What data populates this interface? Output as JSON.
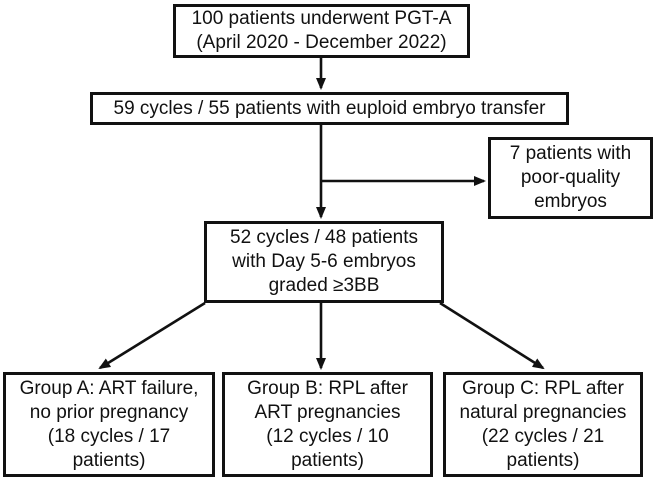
{
  "figure": {
    "type": "flowchart",
    "colors": {
      "background": "#ffffff",
      "border": "#111111",
      "text": "#111111",
      "arrow": "#111111"
    },
    "nodes": {
      "pgta": {
        "text": "100 patients underwent PGT-A\n(April 2020 - December 2022)"
      },
      "euploid": {
        "text": "59 cycles / 55 patients with euploid embryo transfer"
      },
      "poor_quality": {
        "text": "7 patients with\npoor-quality\nembryos"
      },
      "graded": {
        "text": "52 cycles / 48 patients\nwith Day 5-6 embryos\ngraded ≥3BB"
      },
      "group_a": {
        "text": "Group A: ART failure,\nno prior pregnancy\n(18 cycles / 17\npatients)"
      },
      "group_b": {
        "text": "Group B: RPL after\nART pregnancies\n(12 cycles / 10\npatients)"
      },
      "group_c": {
        "text": "Group C: RPL after\nnatural pregnancies\n(22 cycles / 21\npatients)"
      }
    }
  }
}
